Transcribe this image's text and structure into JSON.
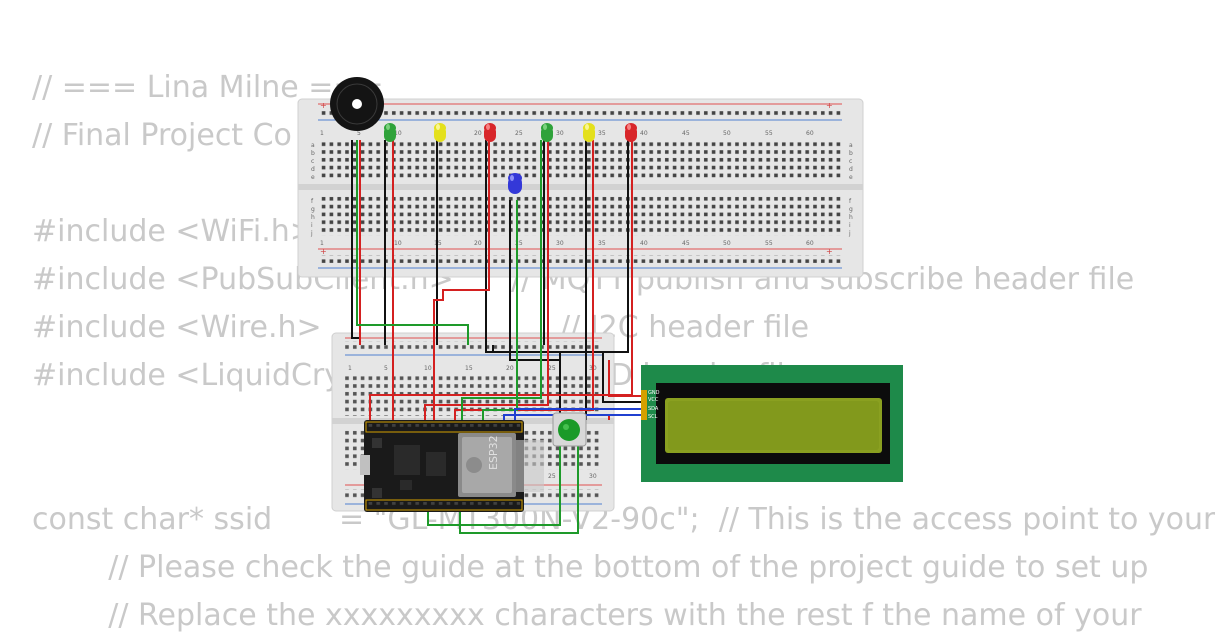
{
  "code_lines": [
    "// === Lina Milne ===",
    "// Final Project Co",
    "",
    "#include <WiFi.h>",
    "#include <PubSubClient.h>      // MQTT publish and subscribe header file",
    "#include <Wire.h>                         // I2C header file",
    "#include <LiquidCrystal_I2C.h>   // LCD header file",
    "",
    "",
    "const char* ssid       = \"GL-MT300N-V2-90c\";  // This is the access point to your",
    "        // Please check the guide at the bottom of the project guide to set up",
    "        // Replace the xxxxxxxxx characters with the rest f the name of your"
  ],
  "breadboard_top": {
    "col_numbers": [
      "1",
      "5",
      "10",
      "15",
      "20",
      "25",
      "30",
      "35",
      "40",
      "45",
      "50",
      "55",
      "60"
    ],
    "row_letters_top": [
      "a",
      "b",
      "c",
      "d",
      "e"
    ],
    "row_letters_bottom": [
      "f",
      "g",
      "h",
      "i",
      "j"
    ]
  },
  "breadboard_small": {
    "col_numbers": [
      "1",
      "5",
      "10",
      "15",
      "20",
      "25",
      "30"
    ]
  },
  "lcd": {
    "pin_labels": [
      "GND",
      "VCC",
      "SDA",
      "SCL"
    ],
    "bezel_color": "#1e8a4a",
    "screen_color": "#8aa020"
  },
  "esp32": {
    "logo_text": "ESP32"
  },
  "leds": [
    {
      "name": "led-green-1",
      "color": "#2fa23a"
    },
    {
      "name": "led-yellow-1",
      "color": "#e4e01c"
    },
    {
      "name": "led-red-1",
      "color": "#d8262a"
    },
    {
      "name": "led-green-2",
      "color": "#2fa23a"
    },
    {
      "name": "led-yellow-2",
      "color": "#e4e01c"
    },
    {
      "name": "led-red-2",
      "color": "#d8262a"
    },
    {
      "name": "led-blue",
      "color": "#3438d8"
    }
  ],
  "button": {
    "color": "#1a9a28"
  }
}
